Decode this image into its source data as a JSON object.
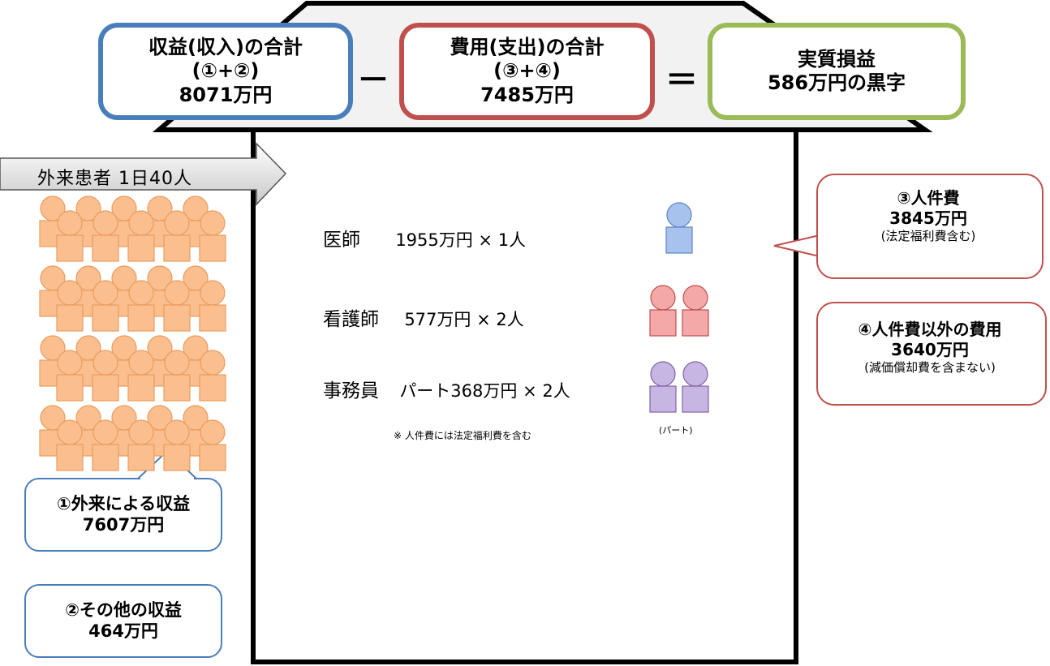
{
  "equation": {
    "revenue": {
      "line1": "収益(収入)の合計",
      "line2": "(①+②)",
      "line3": "8071万円",
      "color": "#4a7ebb"
    },
    "minus": "－",
    "expense": {
      "line1": "費用(支出)の合計",
      "line2": "(③+④)",
      "line3": "7485万円",
      "color": "#c0504d"
    },
    "equals": "＝",
    "profit": {
      "line1": "実質損益",
      "line2": "586万円の黒字",
      "color": "#9bbb59"
    }
  },
  "outpatient": {
    "label": "外来患者 1日40人",
    "person_color": "#fbbf8f",
    "person_border": "#e99c5e"
  },
  "revenue_items": [
    {
      "line1": "①外来による収益",
      "line2": "7607万円"
    },
    {
      "line1": "②その他の収益",
      "line2": "464万円"
    }
  ],
  "staff": [
    {
      "role": "医師",
      "detail": "1955万円 × 1人",
      "icon_color": "#a7c2ec",
      "icon_border": "#5b86c5"
    },
    {
      "role": "看護師",
      "detail": "577万円 × 2人",
      "icon_color": "#f4a8a8",
      "icon_border": "#c0504d"
    },
    {
      "role": "事務員",
      "detail": "パート368万円 × 2人",
      "icon_color": "#c7b6e4",
      "icon_border": "#8064a2"
    }
  ],
  "staff_note": "※ 人件費には法定福利費を含む",
  "part_label": "(パート)",
  "expense_items": [
    {
      "line1": "③人件費",
      "line2": "3845万円",
      "line3": "(法定福利費含む)"
    },
    {
      "line1": "④人件費以外の費用",
      "line2": "3640万円",
      "line3": "(減価償却費を含まない)"
    }
  ]
}
